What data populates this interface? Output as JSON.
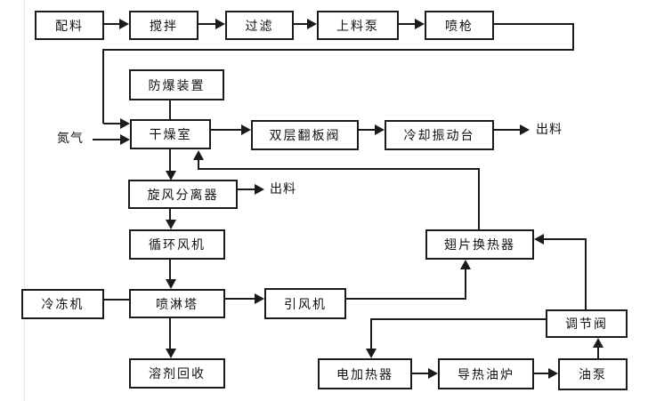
{
  "diagram": {
    "type": "process-flowchart",
    "nodes": {
      "batching": {
        "label": "配料"
      },
      "mixing": {
        "label": "搅拌"
      },
      "filtering": {
        "label": "过滤"
      },
      "feed_pump": {
        "label": "上料泵"
      },
      "spray_gun": {
        "label": "喷枪"
      },
      "explosion_proof": {
        "label": "防爆装置"
      },
      "drying_chamber": {
        "label": "干燥室"
      },
      "double_flap_valve": {
        "label": "双层翻板阀"
      },
      "cooling_vib_table": {
        "label": "冷却振动台"
      },
      "cyclone_separator": {
        "label": "旋风分离器"
      },
      "circulating_fan": {
        "label": "循环风机"
      },
      "chiller": {
        "label": "冷冻机"
      },
      "spray_tower": {
        "label": "喷淋塔"
      },
      "induced_draft_fan": {
        "label": "引风机"
      },
      "solvent_recovery": {
        "label": "溶剂回收"
      },
      "finned_heat_exchanger": {
        "label": "翅片换热器"
      },
      "regulating_valve": {
        "label": "调节阀"
      },
      "electric_heater": {
        "label": "电加热器"
      },
      "thermal_oil_furnace": {
        "label": "导热油炉"
      },
      "oil_pump": {
        "label": "油泵"
      }
    },
    "labels": {
      "nitrogen": "氮气",
      "discharge_top": "出料",
      "discharge_mid": "出料"
    },
    "edges": [
      {
        "from": "配料",
        "to": "搅拌",
        "arrow": true
      },
      {
        "from": "搅拌",
        "to": "过滤",
        "arrow": true
      },
      {
        "from": "过滤",
        "to": "上料泵",
        "arrow": true
      },
      {
        "from": "上料泵",
        "to": "喷枪",
        "arrow": true
      },
      {
        "from": "喷枪",
        "to": "干燥室",
        "arrow": true
      },
      {
        "from": "防爆装置",
        "to": "干燥室",
        "arrow": false
      },
      {
        "from": "氮气",
        "to": "干燥室",
        "arrow": true
      },
      {
        "from": "干燥室",
        "to": "双层翻板阀",
        "arrow": true
      },
      {
        "from": "双层翻板阀",
        "to": "冷却振动台",
        "arrow": true
      },
      {
        "from": "冷却振动台",
        "to": "出料",
        "arrow": true
      },
      {
        "from": "干燥室",
        "to": "旋风分离器",
        "arrow": true
      },
      {
        "from": "旋风分离器",
        "to": "出料",
        "arrow": true
      },
      {
        "from": "旋风分离器",
        "to": "循环风机",
        "arrow": true
      },
      {
        "from": "循环风机",
        "to": "喷淋塔",
        "arrow": true
      },
      {
        "from": "冷冻机",
        "to": "喷淋塔",
        "arrow": false
      },
      {
        "from": "喷淋塔",
        "to": "引风机",
        "arrow": true
      },
      {
        "from": "喷淋塔",
        "to": "溶剂回收",
        "arrow": true
      },
      {
        "from": "引风机",
        "to": "翅片换热器",
        "arrow": true
      },
      {
        "from": "翅片换热器",
        "to": "干燥室",
        "arrow": true
      },
      {
        "from": "调节阀",
        "to": "翅片换热器",
        "arrow": true
      },
      {
        "from": "调节阀",
        "to": "电加热器",
        "arrow": true
      },
      {
        "from": "电加热器",
        "to": "导热油炉",
        "arrow": true
      },
      {
        "from": "导热油炉",
        "to": "油泵",
        "arrow": true
      },
      {
        "from": "油泵",
        "to": "调节阀",
        "arrow": true
      }
    ],
    "colors": {
      "line": "#1b1b1b",
      "background": "#ffffff",
      "margin_line": "#e9e9e9"
    }
  }
}
